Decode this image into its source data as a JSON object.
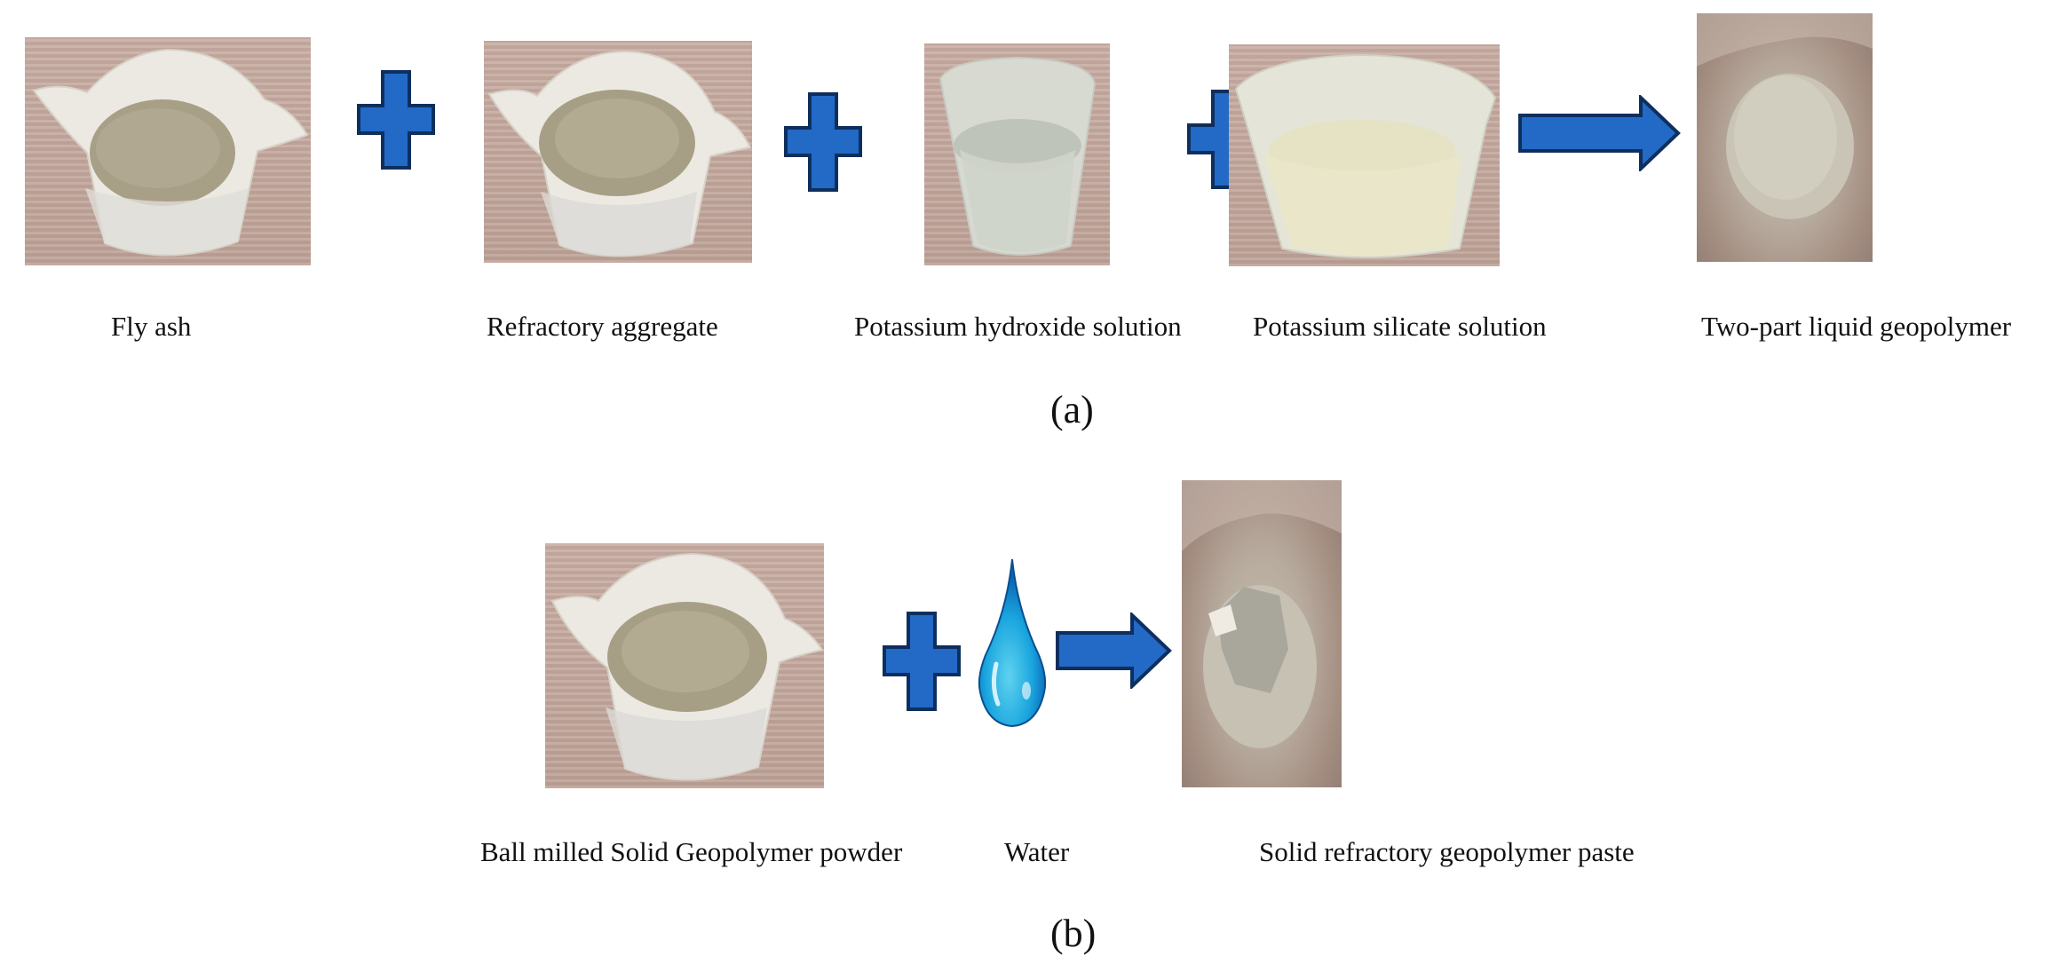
{
  "figure": {
    "panel_a": {
      "caption": "(a)",
      "items": [
        {
          "label": "Fly ash",
          "image": "white-cup-with-grey-powder"
        },
        {
          "label": "Refractory aggregate",
          "image": "white-cup-with-grey-sand"
        },
        {
          "label": "Potassium hydroxide solution",
          "image": "glass-beaker-clear-liquid"
        },
        {
          "label": "Potassium silicate solution",
          "image": "glass-beaker-pale-yellow-liquid"
        },
        {
          "label": "Two-part liquid geopolymer",
          "image": "bowl-with-grey-paste"
        }
      ],
      "operators": [
        "plus-icon",
        "plus-icon",
        "plus-icon",
        "arrow-right-icon"
      ]
    },
    "panel_b": {
      "caption": "(b)",
      "items": [
        {
          "label": "Ball milled Solid Geopolymer powder",
          "image": "white-cup-with-grey-powder"
        },
        {
          "label": "Water",
          "image": "water-drop-icon"
        },
        {
          "label": "Solid refractory geopolymer paste",
          "image": "bowl-with-grey-paste"
        }
      ],
      "operators": [
        "plus-icon",
        "arrow-right-icon"
      ]
    }
  },
  "colors": {
    "icon_fill": "#2369c6",
    "icon_outline": "#0e2f5e",
    "drop_light": "#5fd3f0",
    "drop_dark": "#0a64b4"
  }
}
